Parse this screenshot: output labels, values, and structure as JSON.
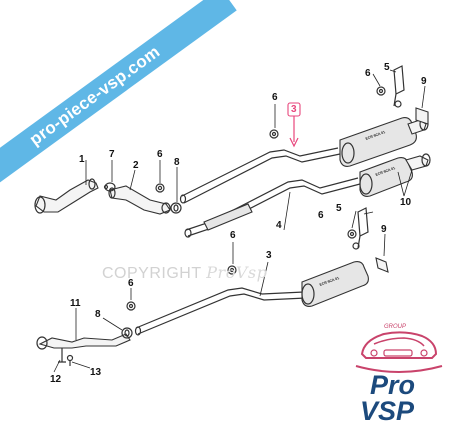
{
  "banner": {
    "text": "pro-piece-vsp.com"
  },
  "watermark": {
    "text": "COPYRIGHT",
    "script": "ProVsp"
  },
  "callouts": {
    "c1": "1",
    "c2": "2",
    "c3_top": "3",
    "c3_low": "3",
    "c4": "4",
    "c5_top": "5",
    "c5_mid": "5",
    "c6_top": "6",
    "c6_topb": "6",
    "c6_mid": "6",
    "c6_mid2": "6",
    "c6_midb": "6",
    "c6_low": "6",
    "c7": "7",
    "c8_top": "8",
    "c8_low": "8",
    "c9_top": "9",
    "c9_mid": "9",
    "c10": "10",
    "c11": "11",
    "c12": "12",
    "c13": "13"
  },
  "stamps": {
    "top": "ECR 9CA 01",
    "top_lower": "ECR 9CA 01",
    "low": "ECR 9CA 01"
  },
  "logo": {
    "group": "GROUP",
    "pro": "Pro",
    "vsp": "VSP"
  },
  "colors": {
    "banner": "#5fb7e6",
    "highlight": "#e8467c",
    "brand_blue": "#1c4a7d",
    "brand_pink": "#c9436b"
  }
}
